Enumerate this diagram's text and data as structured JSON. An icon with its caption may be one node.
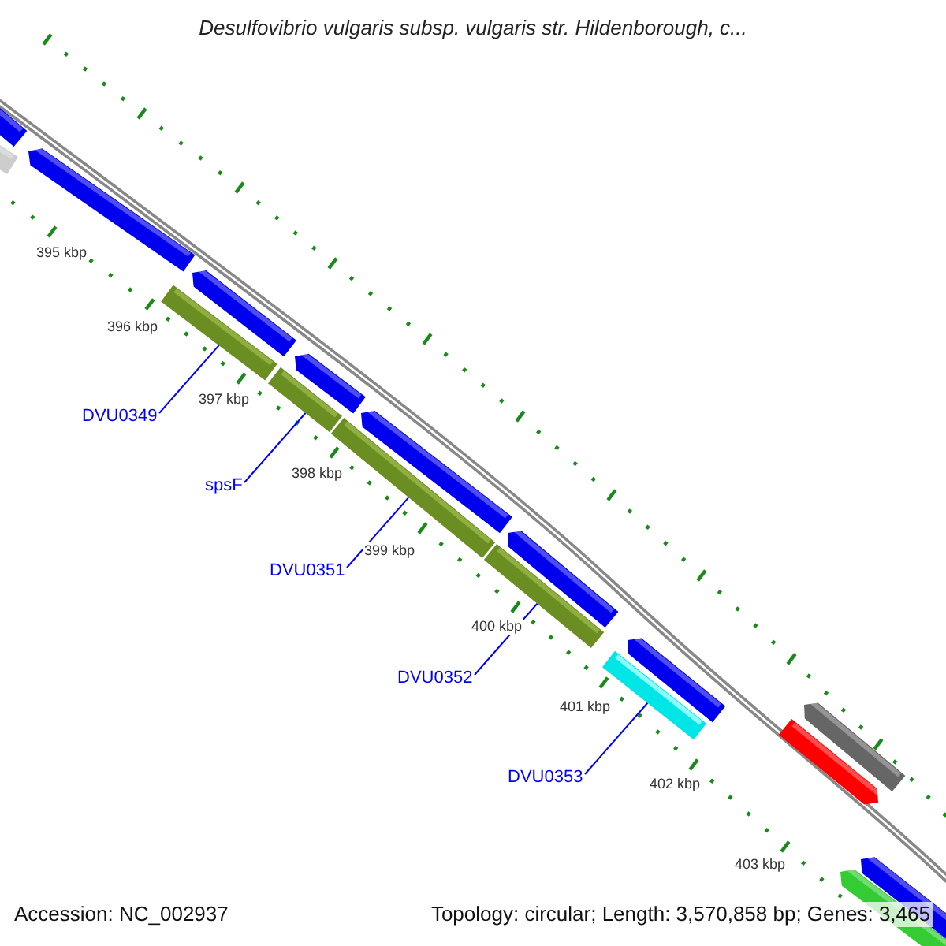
{
  "diagram": {
    "title": "Desulfovibrio vulgaris subsp. vulgaris str. Hildenborough, c...",
    "nodes": [
      {
        "text": [
          "DVU0349"
        ]
      },
      {
        "text": [
          "spsF"
        ]
      },
      {
        "text": [
          "DVU0351"
        ]
      },
      {
        "text": [
          "DVU0352"
        ]
      },
      {
        "text": [
          "DVU0353"
        ]
      },
      {
        "text": [],
        "shape": "bar"
      },
      {
        "text": [],
        "shape": "bar"
      },
      {
        "text": [],
        "shape": "bar"
      },
      {
        "text": [],
        "shape": "bar"
      },
      {
        "text": [],
        "shape": "bar"
      }
    ],
    "edges": [
      {
        "from": 0,
        "to": 5,
        "arrow": "none"
      },
      {
        "from": 1,
        "to": 6,
        "arrow": "none"
      },
      {
        "from": 2,
        "to": 7,
        "arrow": "none"
      },
      {
        "from": 3,
        "to": 8,
        "arrow": "none"
      },
      {
        "from": 4,
        "to": 9,
        "arrow": "none"
      }
    ],
    "labels": [
      "395 kbp",
      "396 kbp",
      "397 kbp",
      "398 kbp",
      "399 kbp",
      "400 kbp",
      "401 kbp",
      "402 kbp",
      "403 kbp",
      "Accession: NC_002937",
      "Topology: circular; Length: 3,570,858 bp; Genes: 3,465"
    ]
  }
}
